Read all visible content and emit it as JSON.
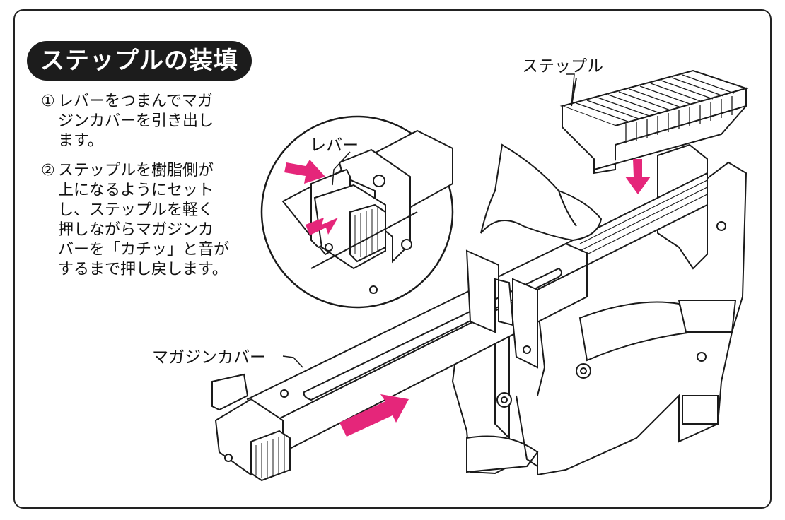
{
  "title": "ステップルの装填",
  "steps": [
    {
      "num": "①",
      "text": "レバーをつまんでマガ\nジンカバーを引き出し\nます。"
    },
    {
      "num": "②",
      "text": "ステップルを樹脂側が\n上になるようにセット\nし、ステップルを軽く\n押しながらマガジンカ\nバーを「カチッ」と音が\nするまで押し戻します。"
    }
  ],
  "labels": {
    "staples": "ステップル",
    "lever": "レバー",
    "magazine_cover": "マガジンカバー"
  },
  "colors": {
    "arrow": "#e5267a",
    "outline": "#1a1a1a",
    "frame": "#222222"
  }
}
